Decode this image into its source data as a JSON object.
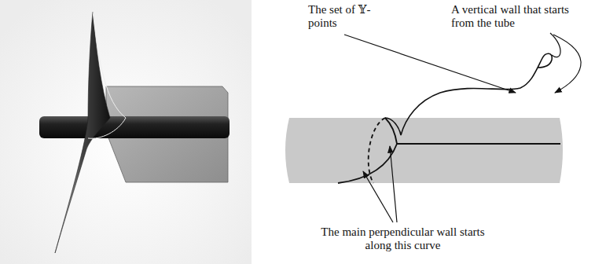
{
  "diagram": {
    "labels": [
      "The set of 𝕐-points",
      "A vertical wall that starts from the tube",
      "The main perpendicular wall starts along this curve"
    ]
  }
}
